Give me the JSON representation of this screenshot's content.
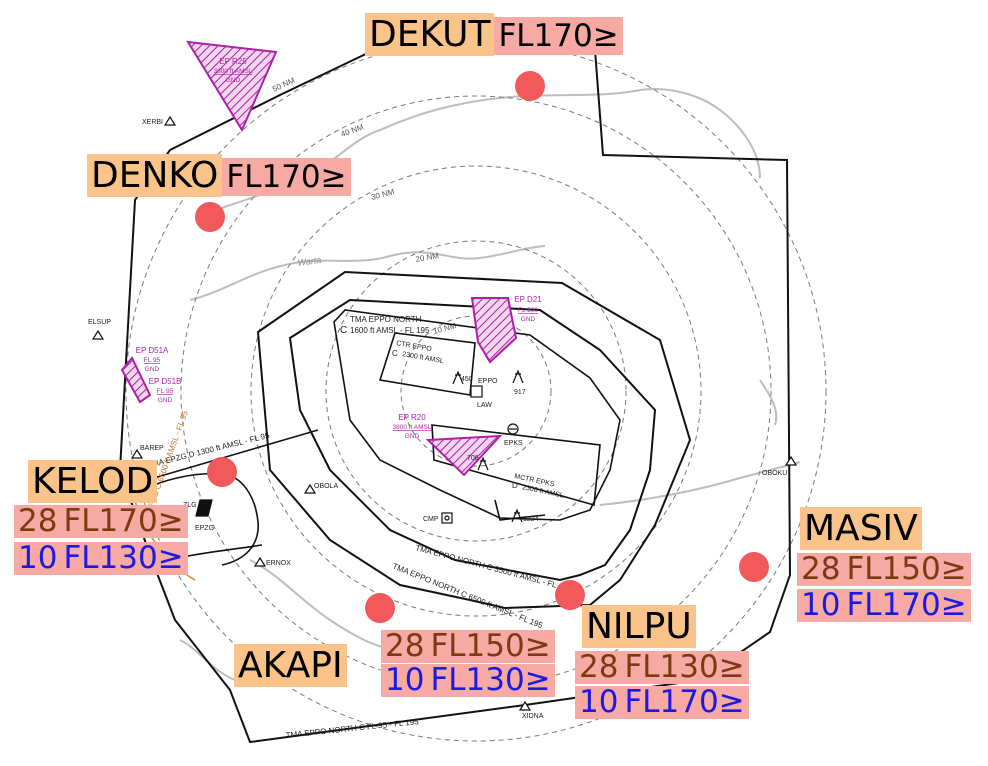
{
  "colors": {
    "name_bg": "#f9c38a",
    "level_bg": "#f7a9a4",
    "level_runway28": "#7a3a12",
    "level_runway10": "#1a1ae0",
    "restricted_area": "#b01fa8",
    "waypoint_dot": "#f2595a",
    "boundary": "#111111",
    "range_ring": "#777777",
    "river": "#bbbbbb"
  },
  "callouts": {
    "dekut": {
      "name": "DEKUT",
      "level": "FL170≥"
    },
    "denko": {
      "name": "DENKO",
      "level": "FL170≥"
    },
    "kelod": {
      "name": "KELOD",
      "rwy28": "28",
      "level28": "FL170≥",
      "rwy10": "10",
      "level10": "FL130≥"
    },
    "masiv": {
      "name": "MASIV",
      "rwy28": "28",
      "level28": "FL150≥",
      "rwy10": "10",
      "level10": "FL170≥"
    },
    "nilpu": {
      "name": "NILPU",
      "rwy28": "28",
      "level28": "FL130≥",
      "rwy10": "10",
      "level10": "FL170≥"
    },
    "akapi": {
      "name": "AKAPI",
      "rwy28": "28",
      "level28": "FL150≥",
      "rwy10": "10",
      "level10": "FL130≥"
    }
  },
  "range_rings": [
    "50 NM",
    "40 NM",
    "30 NM",
    "20 NM",
    "10 NM"
  ],
  "waypoints": [
    "XERBI",
    "ELSUP",
    "BAREP",
    "ERNOX",
    "OBOLA",
    "OBOKU",
    "XIDNA",
    "CMP"
  ],
  "airports": [
    "EPPO",
    "LAW",
    "EPKS",
    "ZLG",
    "EPZG"
  ],
  "elevations": [
    "450",
    "917",
    "706",
    "1224"
  ],
  "river": "Warta",
  "areas": {
    "r25": {
      "id": "EP R25",
      "upper": "3800 ft AMSL",
      "lower": "GND"
    },
    "d21": {
      "id": "EP D21",
      "upper": "FL 500",
      "lower": "GND"
    },
    "d51a": {
      "id": "EP D51A",
      "upper": "FL 95",
      "lower": "GND"
    },
    "d51b": {
      "id": "EP D51B",
      "upper": "FL 95",
      "lower": "GND"
    },
    "r20": {
      "id": "EP R20",
      "upper": "3800 ft AMSL",
      "lower": "GND"
    }
  },
  "airspace_labels": {
    "tma_north_a": "TMA EPPO NORTH",
    "tma_north_a_limits": "1600 ft AMSL - FL 195",
    "tma_north_a_class": "C",
    "ctr": "CTR EPPO",
    "ctr_limits": "2300 ft AMSL",
    "ctr_class": "C",
    "mctr": "MCTR EPKS",
    "mctr_limits": "2300 ft AMSL",
    "mctr_class": "D",
    "tma_c35": "TMA EPPO NORTH C 3500 ft AMSL - FL 195",
    "tma_c65": "TMA EPPO NORTH C 6500 ft AMSL - FL 195",
    "tma_fl95": "TMA EPPO NORTH C FL 95 - FL 195",
    "tma_zg_d": "TMA EPZG D 1300 ft AMSL - FL 95",
    "tma_zg_c": "TMA EPZG C 6500 ft AMSL - FL 95"
  }
}
